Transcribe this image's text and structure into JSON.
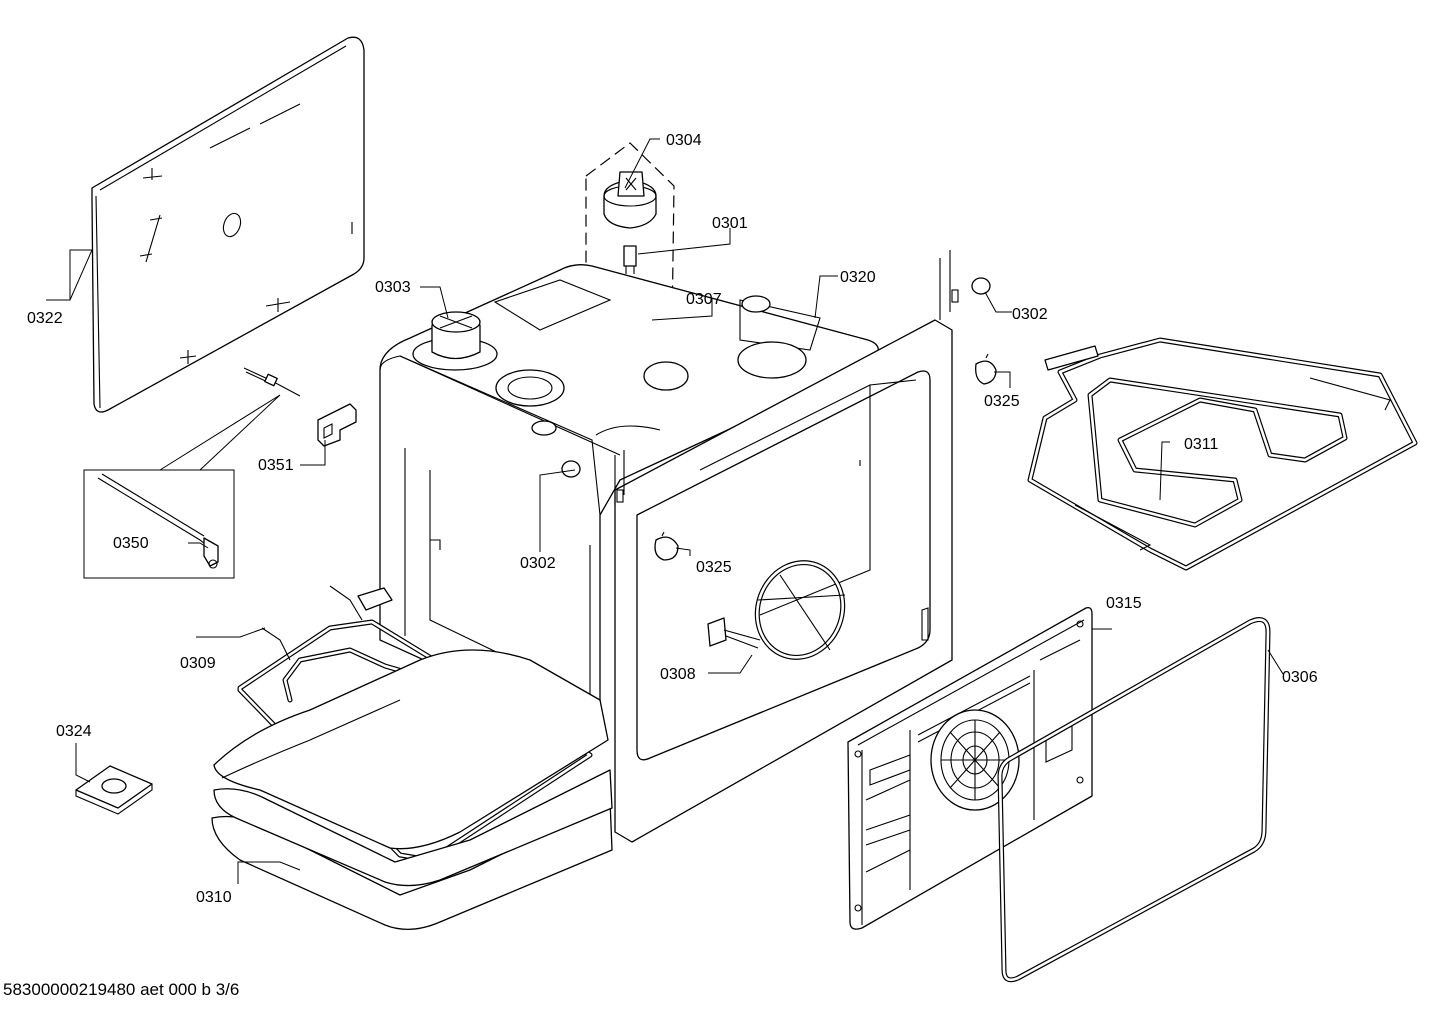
{
  "callouts": {
    "p0322": "0322",
    "p0304": "0304",
    "p0301": "0301",
    "p0303": "0303",
    "p0307": "0307",
    "p0320": "0320",
    "p0302a": "0302",
    "p0302b": "0302",
    "p0325a": "0325",
    "p0325b": "0325",
    "p0311": "0311",
    "p0351": "0351",
    "p0350": "0350",
    "p0309": "0309",
    "p0308": "0308",
    "p0315": "0315",
    "p0306": "0306",
    "p0324": "0324",
    "p0310": "0310"
  },
  "footer": "58300000219480 aet 000 b 3/6"
}
